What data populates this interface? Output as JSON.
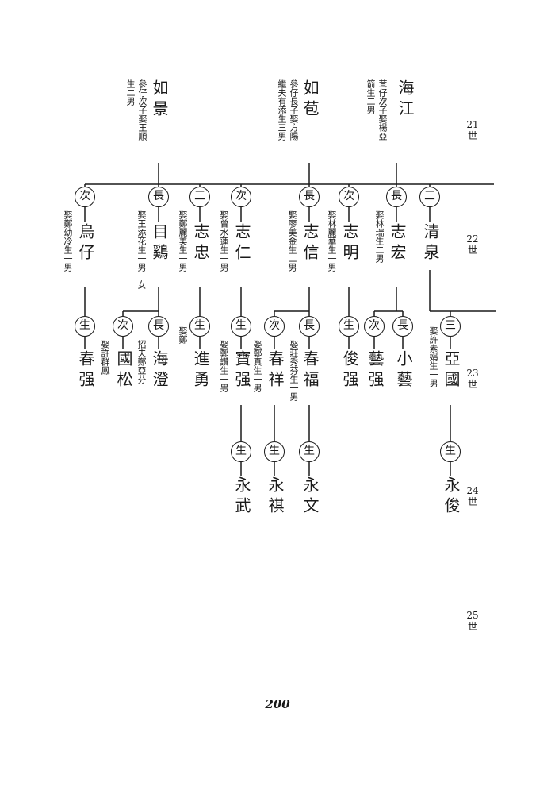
{
  "generations": [
    {
      "num": "21",
      "label": "世"
    },
    {
      "num": "22",
      "label": "世"
    },
    {
      "num": "23",
      "label": "世"
    },
    {
      "num": "24",
      "label": "世"
    },
    {
      "num": "25",
      "label": "世"
    }
  ],
  "gen21": [
    {
      "name": "如景",
      "note1": "參仔次子娶王順",
      "note2": "生二男"
    },
    {
      "name": "如苞",
      "note1": "參仔長子娶方陽",
      "note2": "繼夫有添生三男"
    },
    {
      "name": "海江",
      "note1": "茸仔次子娶楊亞",
      "note2": "箭生二男"
    }
  ],
  "gen22": [
    {
      "badge": "次",
      "name": "烏仔",
      "note": "娶鄭幼冷生一男"
    },
    {
      "badge": "長",
      "name": "目鷄",
      "note": "娶王添花生一男一女"
    },
    {
      "badge": "三",
      "name": "志忠",
      "note": "娶鄭麗美生一男"
    },
    {
      "badge": "次",
      "name": "志仁",
      "note": "娶曾水蓮生一男"
    },
    {
      "badge": "長",
      "name": "志信",
      "note": "娶廖美金生二男"
    },
    {
      "badge": "次",
      "name": "志明",
      "note": "娶林麗華生一男"
    },
    {
      "badge": "長",
      "name": "志宏",
      "note": "娶林瑞生二男"
    },
    {
      "badge": "三",
      "name": "清泉",
      "note": ""
    }
  ],
  "gen23": [
    {
      "badge": "生",
      "name": "春强",
      "note": ""
    },
    {
      "badge": "次",
      "name": "國松",
      "note": "娶許群鳳"
    },
    {
      "badge": "長",
      "name": "海澄",
      "note": "招夫鄭亞芬"
    },
    {
      "badge": "生",
      "name": "進勇",
      "note": "娶鄭"
    },
    {
      "badge": "生",
      "name": "寶强",
      "note": "娶鄭讚生一男"
    },
    {
      "badge": "次",
      "name": "春祥",
      "note": "娶鄭真生一男"
    },
    {
      "badge": "長",
      "name": "春福",
      "note": "娶莊秀芬生一男"
    },
    {
      "badge": "生",
      "name": "俊强",
      "note": ""
    },
    {
      "badge": "次",
      "name": "藝强",
      "note": ""
    },
    {
      "badge": "長",
      "name": "小藝",
      "note": ""
    },
    {
      "badge": "三",
      "name": "亞國",
      "note": "娶許素娟生一男"
    }
  ],
  "gen24": [
    {
      "badge": "生",
      "name": "永武"
    },
    {
      "badge": "生",
      "name": "永祺"
    },
    {
      "badge": "生",
      "name": "永文"
    },
    {
      "badge": "生",
      "name": "永俊"
    }
  ],
  "page_number": "200"
}
